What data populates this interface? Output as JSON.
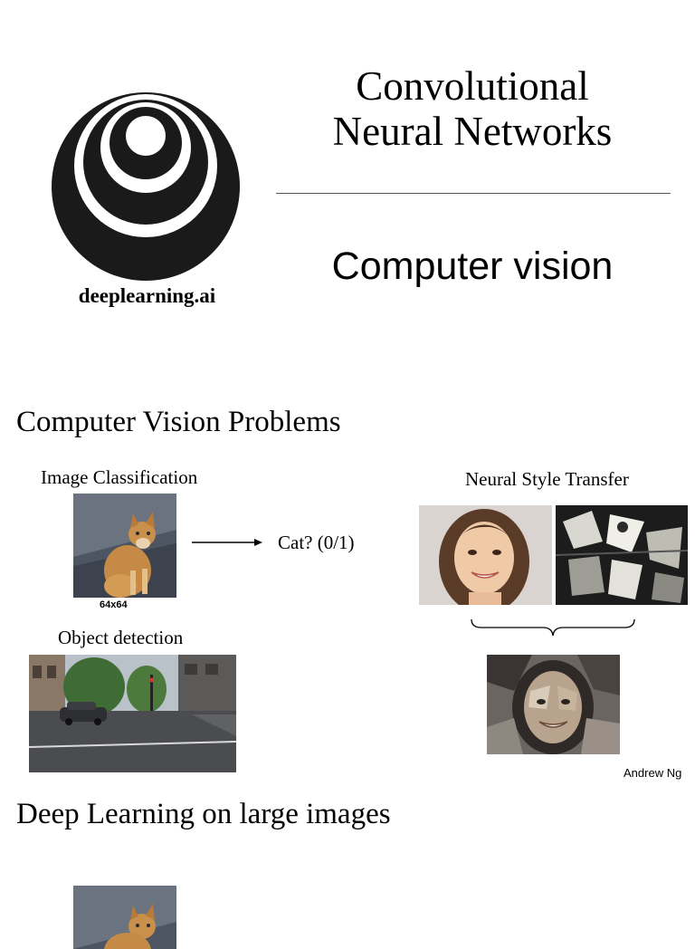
{
  "slide1": {
    "brand": "deeplearning.ai",
    "title_line1": "Convolutional",
    "title_line2": "Neural Networks",
    "subtitle": "Computer vision"
  },
  "slide2": {
    "heading": "Computer Vision Problems",
    "image_classification": {
      "label": "Image Classification",
      "size_label": "64x64",
      "output": "Cat? (0/1)"
    },
    "object_detection": {
      "label": "Object detection"
    },
    "neural_style_transfer": {
      "label": "Neural Style Transfer"
    },
    "author": "Andrew Ng"
  },
  "slide3": {
    "heading": "Deep Learning on large images"
  },
  "icons": [
    "deeplearning-logo-icon",
    "right-arrow-icon",
    "curly-brace-icon"
  ],
  "colors": {
    "logo": "#1a1a1a",
    "rule": "#555555",
    "text": "#000000"
  }
}
